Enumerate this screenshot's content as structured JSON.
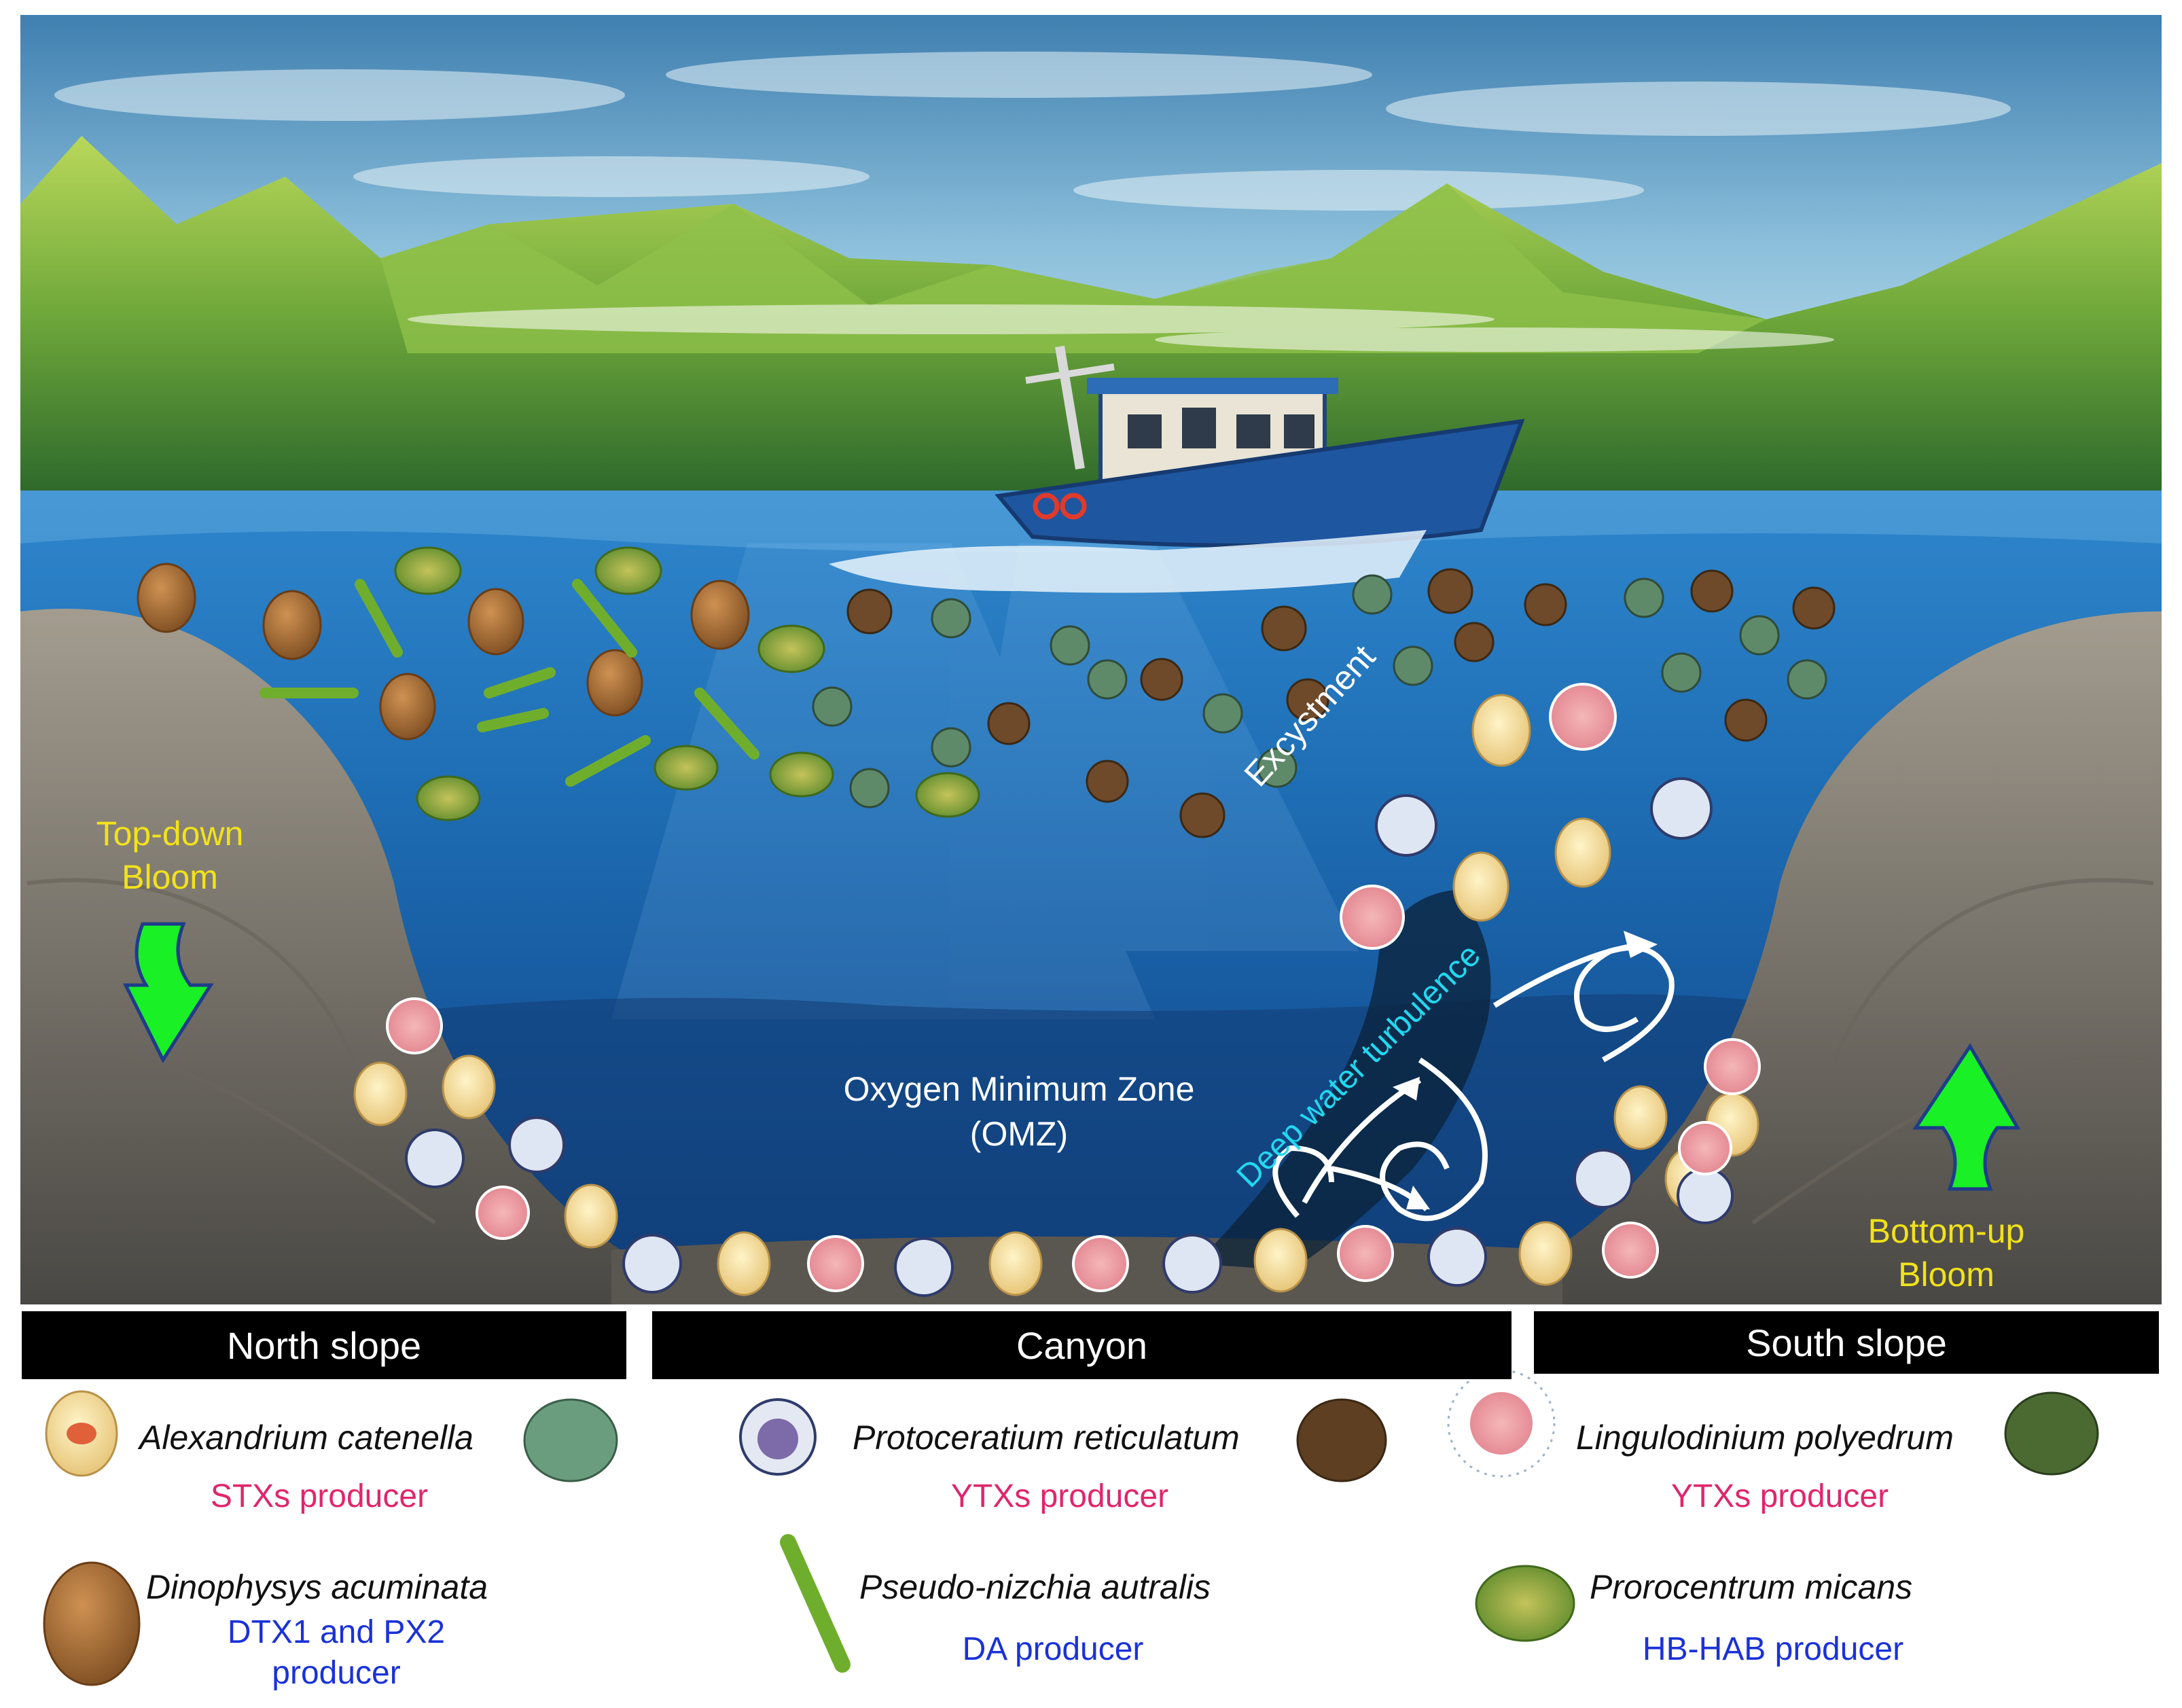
{
  "annotations": {
    "top_down": [
      "Top-down",
      "Bloom"
    ],
    "bottom_up": [
      "Bottom-up",
      "Bloom"
    ],
    "excystment": "Excystment",
    "turbulence": "Deep water turbulence",
    "omz": [
      "Oxygen Minimum Zone",
      "(OMZ)"
    ]
  },
  "zones": [
    {
      "label": "North slope"
    },
    {
      "label": "Canyon"
    },
    {
      "label": "South slope"
    }
  ],
  "legend": [
    {
      "species": "Alexandrium catenella",
      "role": "STXs producer"
    },
    {
      "species": "Protoceratium reticulatum",
      "role": "YTXs producer"
    },
    {
      "species": "Lingulodinium polyedrum",
      "role": "YTXs producer"
    },
    {
      "species": "Dinophysys acuminata",
      "role": [
        "DTX1 and PX2",
        "producer"
      ]
    },
    {
      "species": "Pseudo-nizchia autralis",
      "role": "DA producer"
    },
    {
      "species": "Prorocentrum micans",
      "role": "HB-HAB producer"
    }
  ],
  "colors": {
    "annotation_yellow": "#f2e21a",
    "excystment_text": "#ffffff",
    "turbulence_text": "#22d8f0",
    "omz_text": "#ffffff",
    "arrow_green": "#19f026",
    "toxin_pink": "#e0266c",
    "toxin_blue": "#1a32d8"
  }
}
